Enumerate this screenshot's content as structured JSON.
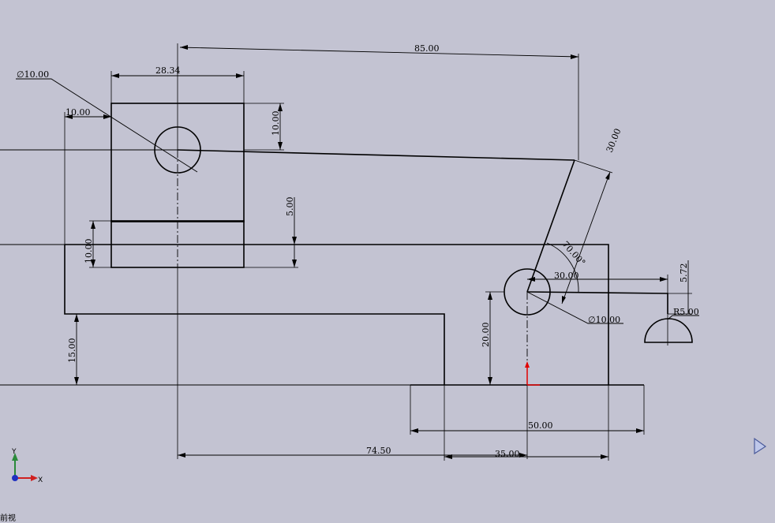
{
  "dimensions": {
    "dia_left": "∅10.00",
    "top_85": "85.00",
    "width_28": "28.34",
    "left_10": "10.00",
    "vert_10": "10.00",
    "vert_5": "5.00",
    "height_10": "10.00",
    "height_15": "15.00",
    "link_30": "30.00",
    "angle_70": "70.00°",
    "horiz_30": "30.00",
    "vert_5_72": "5.72",
    "radius": "R5.00",
    "dia_right": "∅10.00",
    "height_20": "20.00",
    "width_50": "50.00",
    "dist_74": "74.50",
    "dist_35": "35.00"
  },
  "triad": {
    "y_label": "Y",
    "x_label": "X"
  },
  "view_label": "前视"
}
